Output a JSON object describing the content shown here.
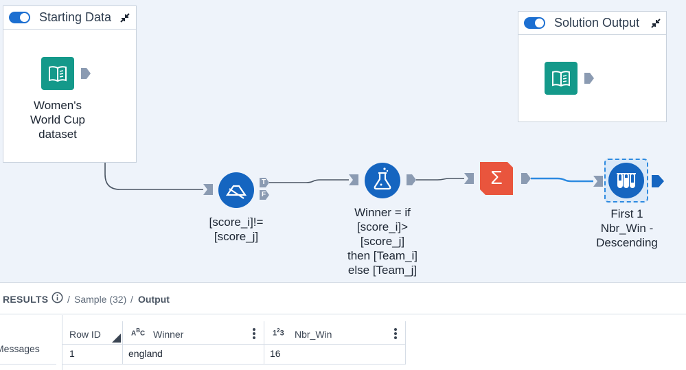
{
  "canvas": {
    "containers": [
      {
        "id": "starting-data",
        "title": "Starting Data",
        "toggle_on": true
      },
      {
        "id": "solution-output",
        "title": "Solution Output",
        "toggle_on": true
      }
    ],
    "tools": {
      "input": {
        "label_lines": [
          "Women's",
          "World Cup",
          "dataset"
        ],
        "icon": "book-input-icon"
      },
      "solution_input": {
        "label_lines": [],
        "icon": "book-input-icon"
      },
      "filter": {
        "label_lines": [
          "[score_i]!=",
          "[score_j]"
        ],
        "icon": "filter-icon",
        "true_anchor": "T",
        "false_anchor": "F"
      },
      "formula": {
        "label_lines": [
          "Winner = if",
          "[score_i]>",
          "[score_j]",
          "then [Team_i]",
          "else [Team_j]"
        ],
        "icon": "formula-flask-icon"
      },
      "summarize": {
        "label_lines": [],
        "icon": "sigma-icon",
        "symbol": "Σ"
      },
      "sample": {
        "label_lines": [
          "First 1",
          "Nbr_Win -",
          "Descending"
        ],
        "icon": "sample-tubes-icon",
        "selected": true
      }
    },
    "colors": {
      "teal_tool": "#14998a",
      "blue_tool": "#1565c0",
      "orange_tool": "#e9553d",
      "anchor": "#8b9bb2",
      "wire": "#4a5563",
      "selected_wire": "#2d8ae0"
    }
  },
  "results": {
    "title": "RESULTS",
    "breadcrumb": [
      "Sample (32)",
      "Output"
    ],
    "separator": "/",
    "side_tab": "Messages",
    "columns": [
      {
        "name": "Row ID",
        "type": ""
      },
      {
        "name": "Winner",
        "type": "ABC"
      },
      {
        "name": "Nbr_Win",
        "type": "123"
      }
    ],
    "rows": [
      {
        "row_id": "1",
        "winner": "england",
        "nbr_win": "16"
      }
    ]
  }
}
